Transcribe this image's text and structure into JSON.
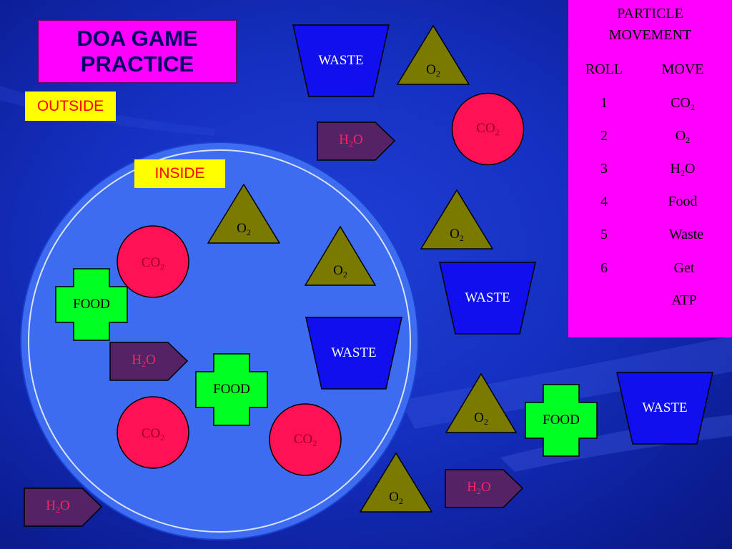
{
  "slide": {
    "title": "DOA GAME PRACTICE",
    "outside_label": "OUTSIDE",
    "inside_label": "INSIDE"
  },
  "colors": {
    "background": "#1530c0",
    "cell": "#3d6cf0",
    "waste": "#1010ee",
    "o2": "#7a7a00",
    "co2": "#ff1155",
    "food": "#00ff22",
    "h2o": "#552266",
    "panel": "#ff00ff"
  },
  "tokens": {
    "waste": "WASTE",
    "o2": "O",
    "o2_sub": "2",
    "co2": "CO",
    "co2_sub": "2",
    "food": "FOOD",
    "h2o_a": "H",
    "h2o_sub": "2",
    "h2o_b": "O"
  },
  "panel": {
    "heading_line1": "PARTICLE",
    "heading_line2": "MOVEMENT",
    "col_roll": "ROLL",
    "col_move": "MOVE",
    "rows": [
      {
        "roll": "1",
        "move": "CO",
        "move_sub": "2"
      },
      {
        "roll": "2",
        "move": "O",
        "move_sub": "2"
      },
      {
        "roll": "3",
        "move": "H",
        "move_sub": "2",
        "move_tail": "O"
      },
      {
        "roll": "4",
        "move": "Food"
      },
      {
        "roll": "5",
        "move": "Waste"
      },
      {
        "roll": "6",
        "move": "Get"
      }
    ],
    "extra_line": "ATP"
  }
}
